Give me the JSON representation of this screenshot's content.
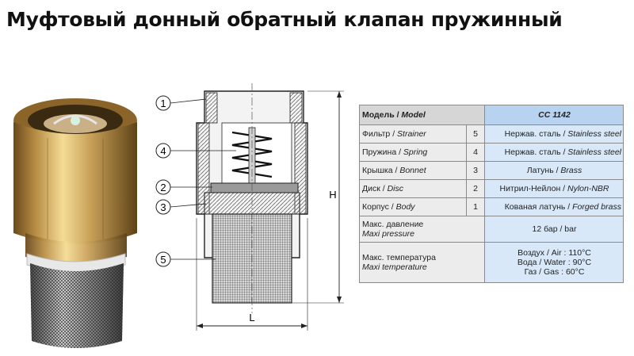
{
  "title": "Муфтовый донный обратный клапан пружинный",
  "drawing": {
    "callouts": [
      "1",
      "4",
      "2",
      "3",
      "5"
    ],
    "dim_height": "H",
    "dim_length": "L"
  },
  "table": {
    "header": {
      "model_label": "Модель / ",
      "model_label_en": "Model",
      "model_value": "CC 1142"
    },
    "rows": [
      {
        "part": "Фильтр / ",
        "part_en": "Strainer",
        "num": "5",
        "material": "Нержав. сталь / ",
        "material_en": "Stainless steel"
      },
      {
        "part": "Пружина / ",
        "part_en": "Spring",
        "num": "4",
        "material": "Нержав. сталь / ",
        "material_en": "Stainless steel"
      },
      {
        "part": "Крышка / ",
        "part_en": "Bonnet",
        "num": "3",
        "material": "Латунь / ",
        "material_en": "Brass"
      },
      {
        "part": "Диск / ",
        "part_en": "Disc",
        "num": "2",
        "material": "Нитрил-Нейлон / ",
        "material_en": "Nylon-NBR"
      },
      {
        "part": "Корпус / ",
        "part_en": "Body",
        "num": "1",
        "material": "Кованая латунь / ",
        "material_en": "Forged brass"
      }
    ],
    "pressure": {
      "label": "Макс. давление",
      "label_en": "Maxi pressure",
      "value": "12 бар / bar"
    },
    "temperature": {
      "label": "Макс. температура",
      "label_en": "Maxi temperature",
      "air": "Воздух / Air : 110°C",
      "water": "Вода / Water : 90°C",
      "gas": "Газ / Gas : 60°C"
    }
  }
}
